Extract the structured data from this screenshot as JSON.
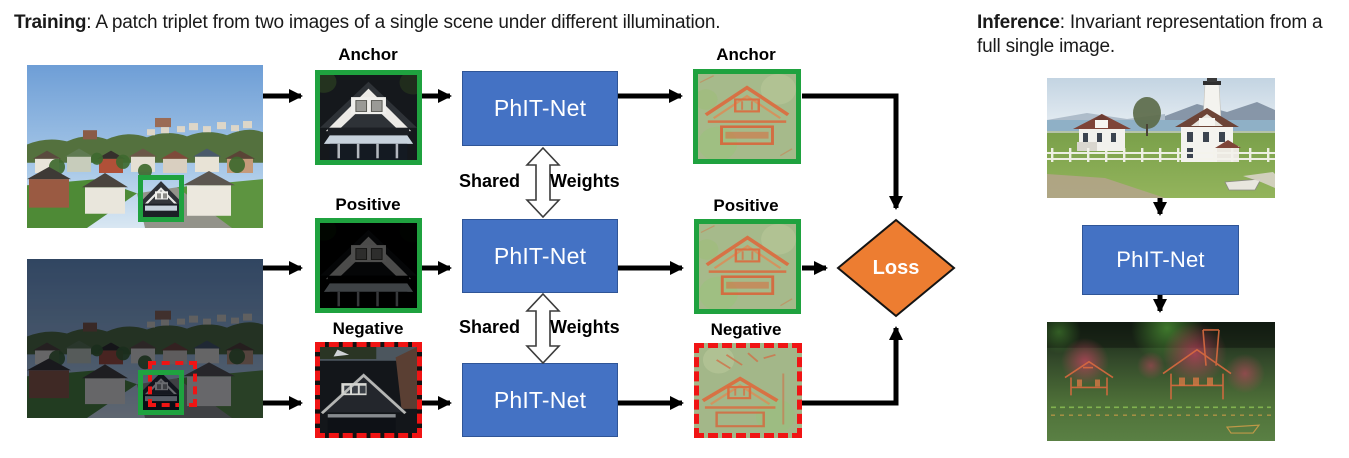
{
  "figure": {
    "training_caption": {
      "term": "Training",
      "rest": ": A patch triplet from two images of a single scene under different illumination."
    },
    "inference_caption": {
      "term": "Inference",
      "rest": ": Invariant representation from a full single image."
    },
    "network_label": "PhIT-Net",
    "loss_label": "Loss",
    "shared_weights": {
      "left": "Shared",
      "right": "Weights"
    },
    "input_patches": [
      {
        "label": "Anchor",
        "border": "green-solid"
      },
      {
        "label": "Positive",
        "border": "green-solid"
      },
      {
        "label": "Negative",
        "border": "red-dashed"
      }
    ],
    "output_patches": [
      {
        "label": "Anchor",
        "border": "green-solid"
      },
      {
        "label": "Positive",
        "border": "green-solid"
      },
      {
        "label": "Negative",
        "border": "red-dashed"
      }
    ],
    "colors": {
      "network_box": "#4472C4",
      "network_box_border": "#2F5597",
      "loss_diamond": "#ED7D31",
      "green_box": "#1FA23F",
      "red_box": "#F01414",
      "arrow": "#000000"
    }
  }
}
